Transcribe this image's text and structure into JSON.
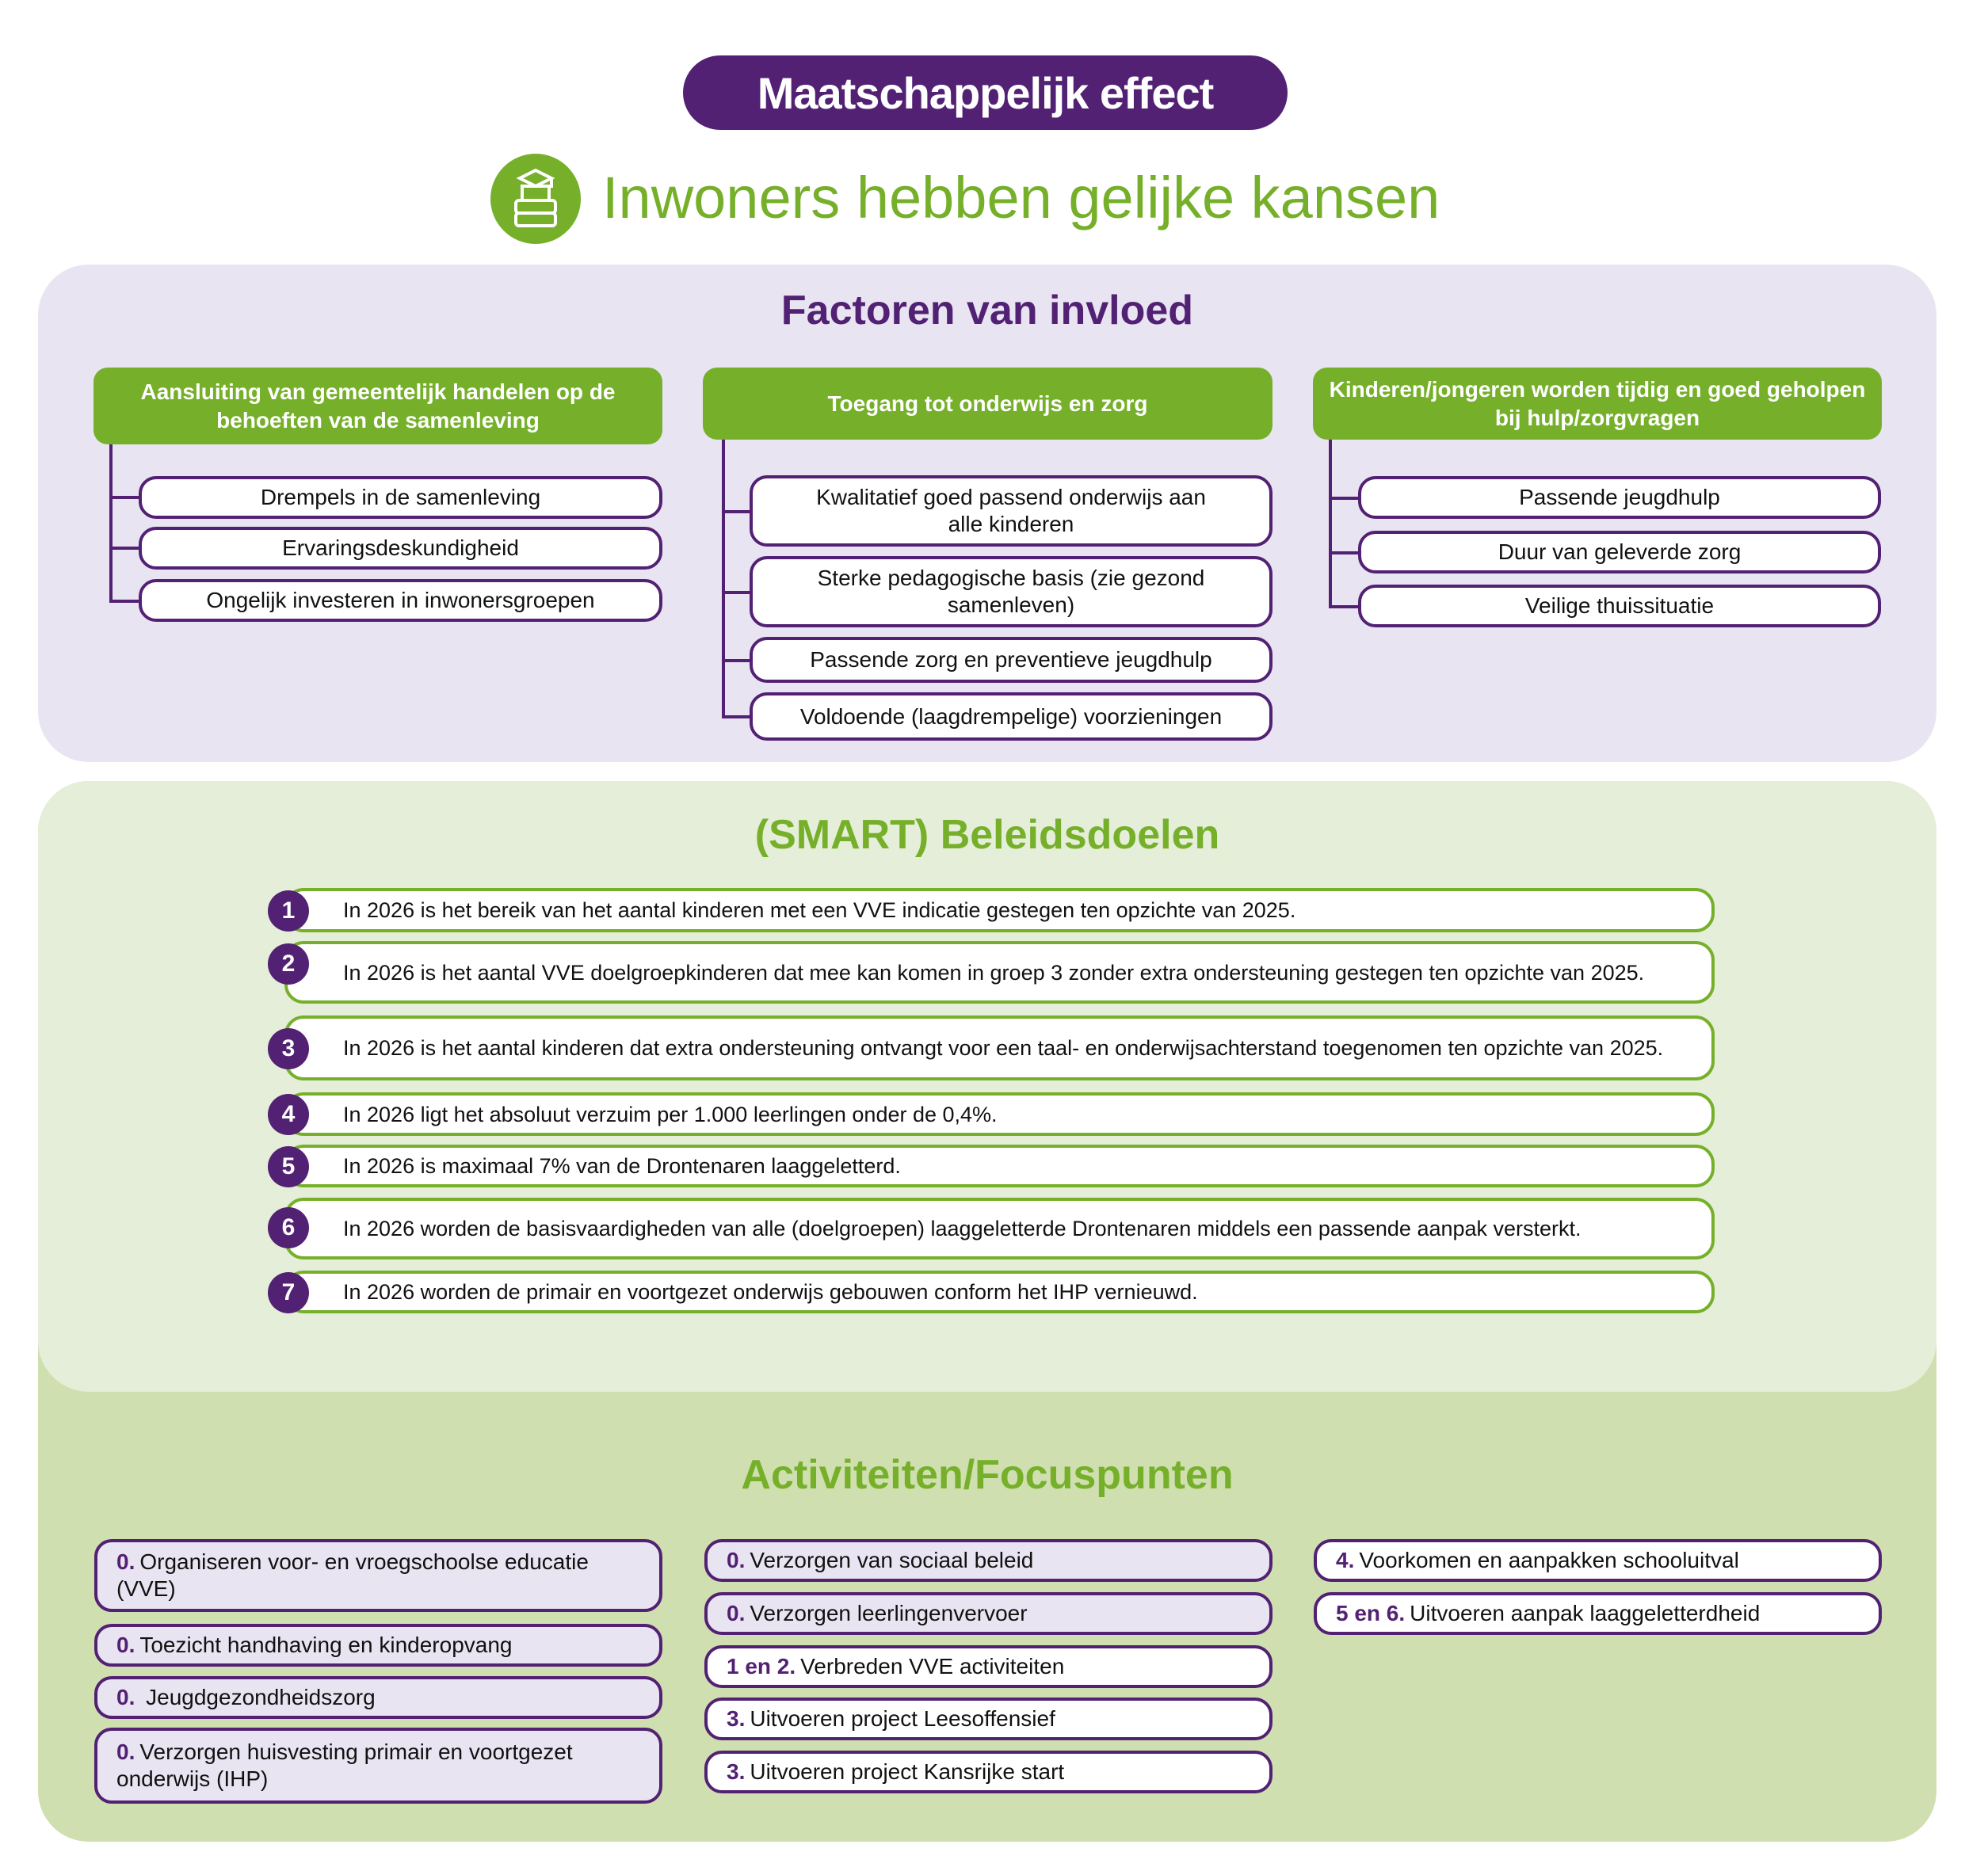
{
  "header": {
    "pill": "Maatschappelijk effect",
    "subtitle": "Inwoners hebben gelijke kansen",
    "icon": "graduation-books-icon"
  },
  "factoren": {
    "title": "Factoren van invloed",
    "columns": [
      {
        "header": "Aansluiting van gemeentelijk handelen op de behoeften van de samenleving",
        "items": [
          "Drempels in de samenleving",
          "Ervaringsdeskundigheid",
          "Ongelijk investeren in inwonersgroepen"
        ]
      },
      {
        "header": "Toegang tot onderwijs en zorg",
        "items": [
          "Kwalitatief goed passend onderwijs aan alle kinderen",
          "Sterke pedagogische basis (zie gezond samenleven)",
          "Passende zorg en preventieve jeugdhulp",
          "Voldoende (laagdrempelige) voorzieningen"
        ]
      },
      {
        "header": "Kinderen/jongeren worden tijdig en goed geholpen bij hulp/zorgvragen",
        "items": [
          "Passende jeugdhulp",
          "Duur van geleverde zorg",
          "Veilige thuissituatie"
        ]
      }
    ]
  },
  "doelen": {
    "title": "(SMART) Beleidsdoelen",
    "items": [
      {
        "num": "1",
        "text": "In 2026 is het bereik van het aantal kinderen met een VVE indicatie gestegen ten opzichte van 2025."
      },
      {
        "num": "2",
        "text": "In 2026 is het aantal VVE doelgroepkinderen dat mee kan komen in groep 3 zonder extra ondersteuning gestegen ten opzichte van 2025."
      },
      {
        "num": "3",
        "text": "In 2026 is het aantal kinderen dat extra ondersteuning ontvangt voor een taal- en onderwijsachterstand toegenomen ten opzichte van 2025."
      },
      {
        "num": "4",
        "text": "In 2026 ligt het absoluut verzuim per 1.000 leerlingen onder de 0,4%."
      },
      {
        "num": "5",
        "text": "In 2026 is maximaal 7% van de Drontenaren laaggeletterd."
      },
      {
        "num": "6",
        "text": "In 2026 worden de basisvaardigheden van alle (doelgroepen) laaggeletterde Drontenaren middels een passende aanpak versterkt."
      },
      {
        "num": "7",
        "text": "In 2026 worden de primair en voortgezet onderwijs gebouwen conform het IHP vernieuwd."
      }
    ]
  },
  "activiteiten": {
    "title": "Activiteiten/Focuspunten",
    "items": [
      {
        "ref": "0.",
        "text": "Organiseren voor- en vroegschoolse educatie (VVE)"
      },
      {
        "ref": "0.",
        "text": "Toezicht handhaving en kinderopvang"
      },
      {
        "ref": "0.",
        "text": " Jeugdgezondheidszorg"
      },
      {
        "ref": "0.",
        "text": "Verzorgen huisvesting primair en voortgezet onderwijs (IHP)"
      },
      {
        "ref": "0.",
        "text": "Verzorgen van sociaal beleid"
      },
      {
        "ref": "0.",
        "text": "Verzorgen leerlingenvervoer"
      },
      {
        "ref": "1 en 2.",
        "text": "Verbreden VVE activiteiten"
      },
      {
        "ref": "3.",
        "text": "Uitvoeren project Leesoffensief"
      },
      {
        "ref": "3.",
        "text": "Uitvoeren project Kansrijke start"
      },
      {
        "ref": "4.",
        "text": "Voorkomen en aanpakken schooluitval"
      },
      {
        "ref": "5 en 6.",
        "text": "Uitvoeren aanpak laaggeletterdheid"
      }
    ]
  },
  "colors": {
    "purple": "#522173",
    "green": "#76b02a",
    "lavender": "#e8e4f2",
    "light_green": "#e5eed8",
    "dark_green": "#cfdfb0"
  }
}
